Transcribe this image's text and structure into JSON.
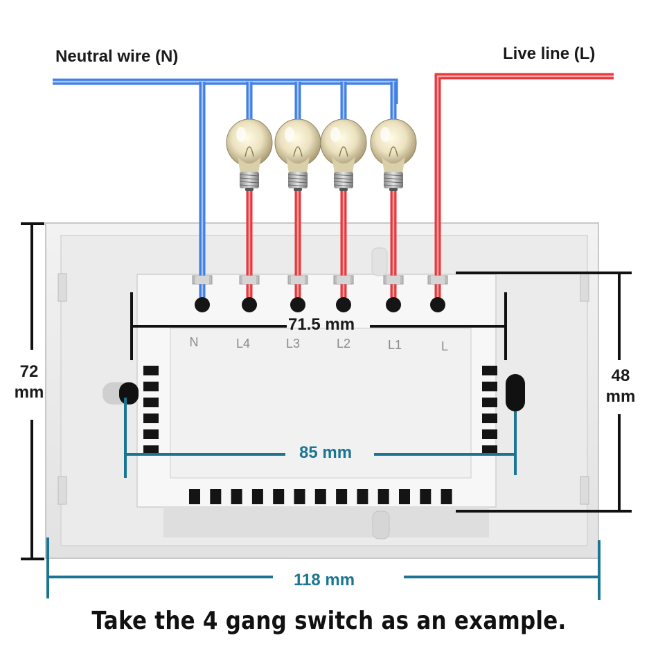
{
  "wires": {
    "neutral_label": "Neutral wire (N)",
    "live_label": "Live line (L)"
  },
  "colors": {
    "neutral": "#3f7fe6",
    "live": "#e8383c",
    "dimension_teal": "#1b7592",
    "dimension_black": "#111111",
    "panel": "#efefef"
  },
  "terminals": [
    "N",
    "L4",
    "L3",
    "L2",
    "L1",
    "L"
  ],
  "bulbs": [
    "bulb-icon",
    "bulb-icon",
    "bulb-icon",
    "bulb-icon"
  ],
  "dimensions": {
    "inner_width": "71.5 mm",
    "height_left_value": "72",
    "height_left_unit": "mm",
    "height_right_value": "48",
    "height_right_unit": "mm",
    "screw_spacing": "85 mm",
    "total_width": "118 mm"
  },
  "caption": "Take the 4 gang switch as an example."
}
